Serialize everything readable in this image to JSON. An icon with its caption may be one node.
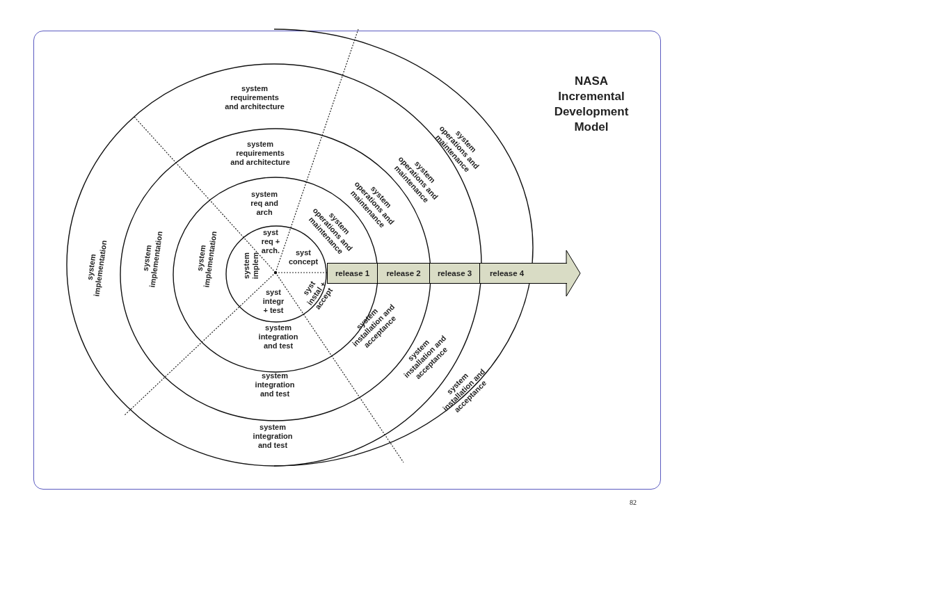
{
  "diagram": {
    "title": "NASA Incremental Development Model",
    "nodes": [
      {
        "text": [
          "release 1"
        ]
      },
      {
        "text": [
          "release 2"
        ]
      },
      {
        "text": [
          "release 3"
        ]
      },
      {
        "text": [
          "release 4"
        ]
      }
    ],
    "labels": [
      "system requirements and architecture",
      "system requirements and architecture",
      "system req and arch",
      "syst req + arch.",
      "system operations and maintenance",
      "system operations and maintenance",
      "system operations and maintenance",
      "system operations and maintenance",
      "system implementation",
      "system implementation",
      "system implementation",
      "system implem",
      "syst concept",
      "syst instal + accept",
      "syst integr + test",
      "system installation and acceptance",
      "system integration and test",
      "system installation and acceptance",
      "system integration and test",
      "system installation and acceptance",
      "system integration and test",
      "82"
    ]
  }
}
